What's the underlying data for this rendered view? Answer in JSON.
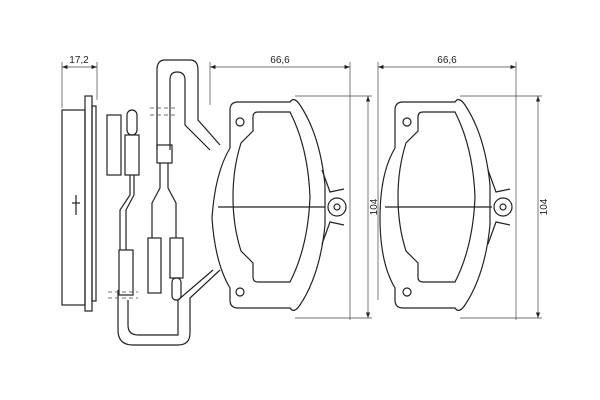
{
  "dimensions": {
    "side_thickness": "17,2",
    "pad1_width": "66,6",
    "pad2_width": "66,6",
    "pad1_height": "104",
    "pad2_height": "104"
  }
}
